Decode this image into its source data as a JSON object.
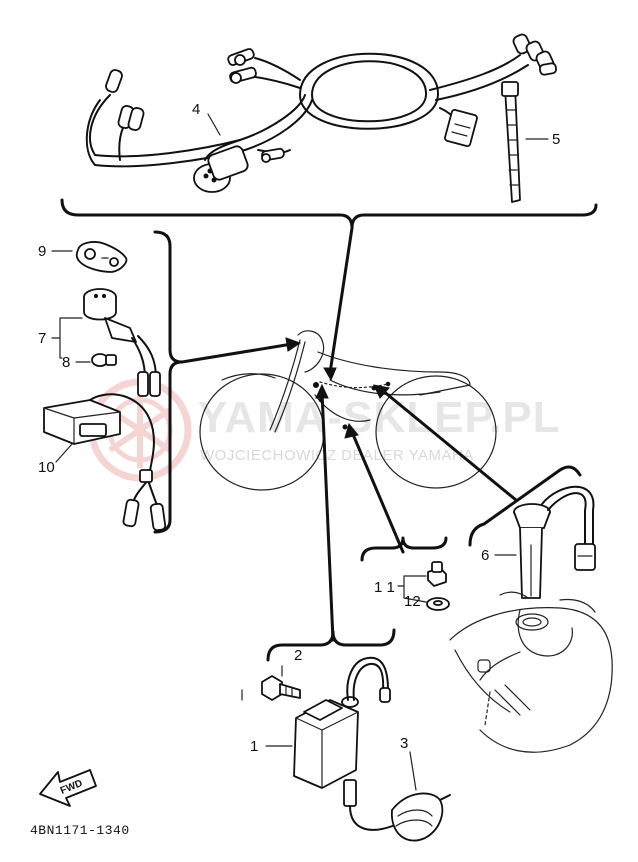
{
  "watermark": {
    "brand": "YAMA-SKLEP.PL",
    "tagline": "WOJCIECHOWICZ DEALER YAMAHA",
    "logo_color": "#f0b9b9"
  },
  "callouts": {
    "p1": "1",
    "p2": "2",
    "p3": "3",
    "p4": "4",
    "p5": "5",
    "p6": "6",
    "p7": "7",
    "p8": "8",
    "p9": "9",
    "p10": "10",
    "p11": "1 1",
    "p12": "12"
  },
  "fwd_label": "FWD",
  "diagram_code": "4BN1171-1340",
  "icons": {
    "fwd_arrow": "fwd-arrow-icon",
    "brand_logo": "yamaha-tuning-fork-logo-icon"
  }
}
